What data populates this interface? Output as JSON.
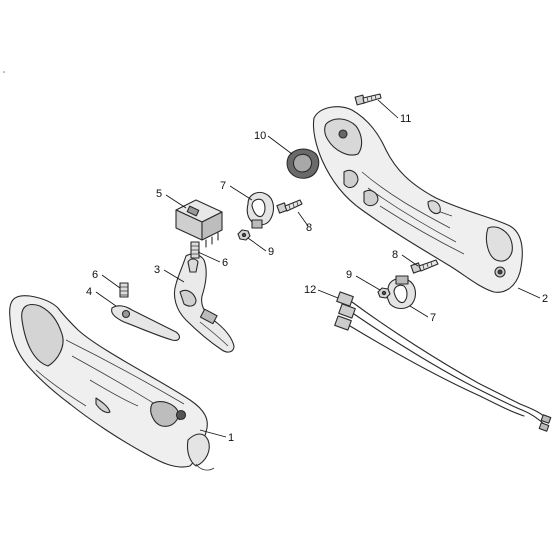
{
  "diagram": {
    "type": "exploded-parts-view",
    "callouts": [
      "1",
      "2",
      "3",
      "4",
      "5",
      "6",
      "6",
      "7",
      "7",
      "8",
      "8",
      "9",
      "9",
      "10",
      "11",
      "12"
    ]
  },
  "colors": {
    "outline": "#2a2a2a",
    "part_fill": "#eeeeee",
    "shadow": "#c8c8c8",
    "dark": "#555555",
    "background": "#ffffff"
  }
}
